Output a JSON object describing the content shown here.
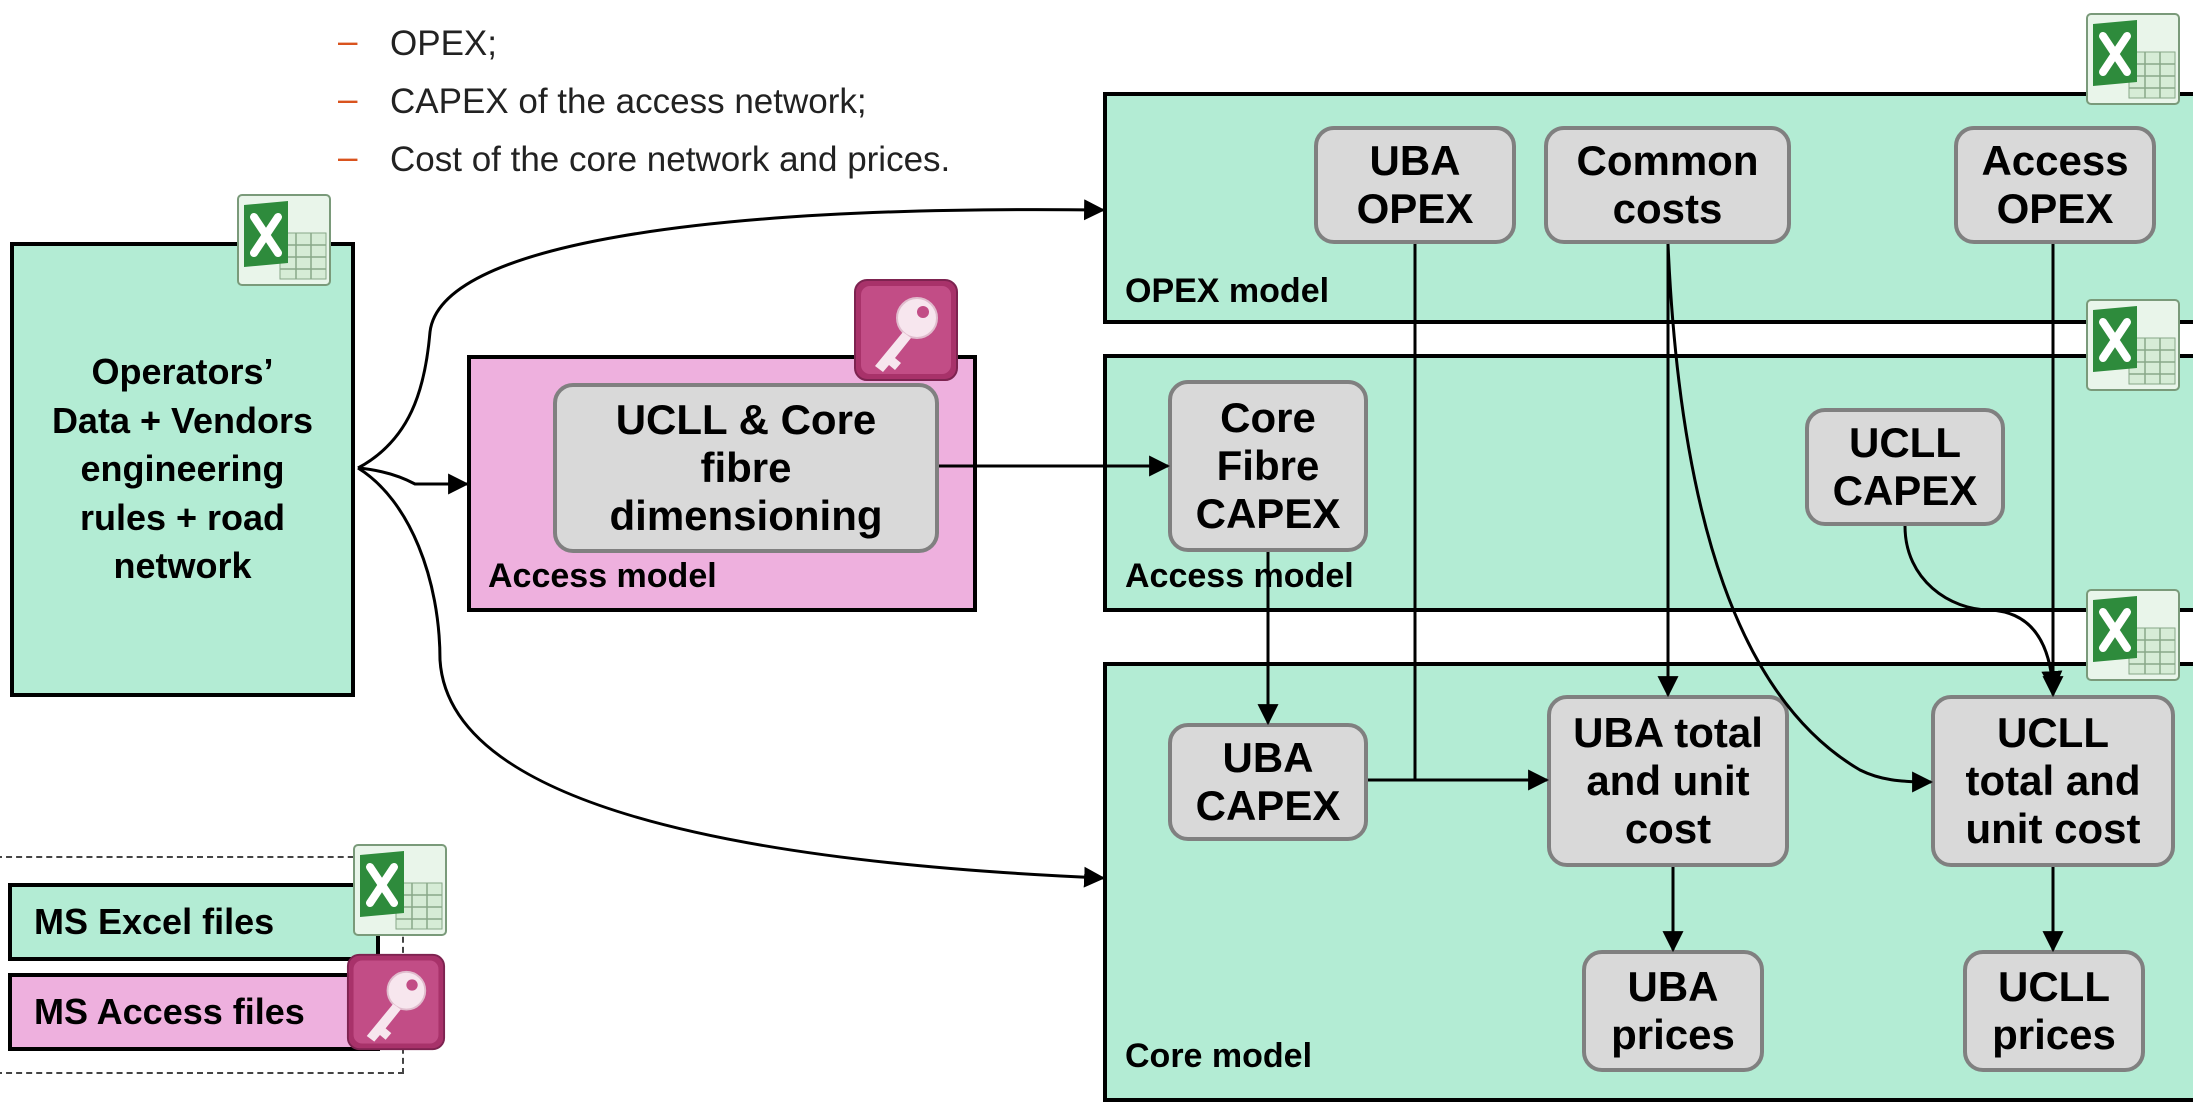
{
  "bullets": [
    "OPEX;",
    "CAPEX of the access network;",
    "Cost of the core network and prices."
  ],
  "bullet_dash": "–",
  "operators_box": "Operators’\nData + Vendors\nengineering\nrules + road\nnetwork",
  "access_db_panel": {
    "label": "Access model",
    "box": "UCLL & Core\nfibre\ndimensioning"
  },
  "opex_panel": {
    "label": "OPEX model",
    "boxes": {
      "uba_opex": "UBA\nOPEX",
      "common_costs": "Common\ncosts",
      "access_opex": "Access\nOPEX"
    }
  },
  "access_panel": {
    "label": "Access model",
    "boxes": {
      "core_fibre_capex": "Core\nFibre\nCAPEX",
      "ucll_capex": "UCLL\nCAPEX"
    }
  },
  "core_panel": {
    "label": "Core model",
    "boxes": {
      "uba_capex": "UBA\nCAPEX",
      "uba_total": "UBA total\nand unit\ncost",
      "ucll_total": "UCLL\ntotal and\nunit cost",
      "uba_prices": "UBA\nprices",
      "ucll_prices": "UCLL\nprices"
    }
  },
  "legend": {
    "excel": "MS Excel files",
    "access": "MS Access files"
  },
  "colors": {
    "green_panel": "#b3ecd4",
    "pink_panel": "#eeb0de",
    "grey_box": "#d9d9d9",
    "dash": "#d9531e"
  },
  "icons": {
    "excel": "excel-icon",
    "access": "access-key-icon"
  }
}
